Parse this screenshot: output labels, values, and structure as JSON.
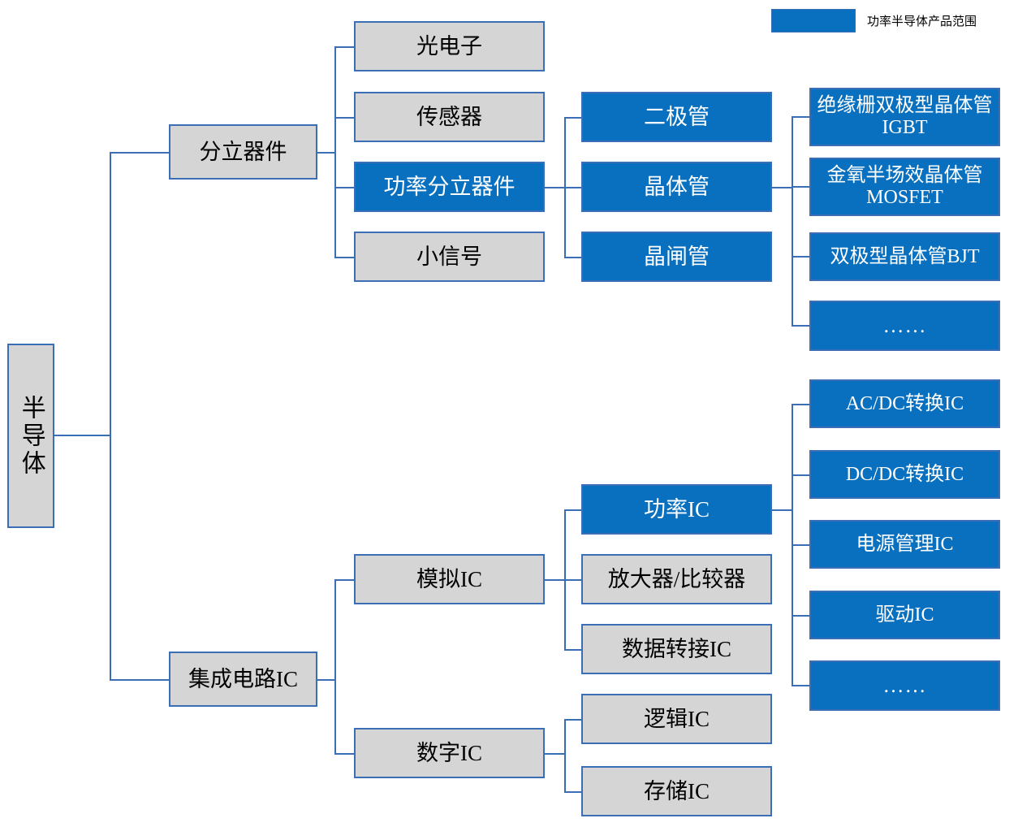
{
  "legend": {
    "swatch_color": "#0870bf",
    "label": "功率半导体产品范围"
  },
  "colors": {
    "highlight_fill": "#0870bf",
    "normal_fill": "#d5d5d5",
    "border": "#3b6eb4",
    "highlight_text": "#ffffff",
    "normal_text": "#000000",
    "background": "#ffffff"
  },
  "diagram": {
    "type": "tree",
    "root": {
      "label": "半导体",
      "highlighted": false
    },
    "level2": [
      {
        "label": "分立器件",
        "highlighted": false
      },
      {
        "label": "集成电路IC",
        "highlighted": false
      }
    ],
    "discrete_children": [
      {
        "label": "光电子",
        "highlighted": false
      },
      {
        "label": "传感器",
        "highlighted": false
      },
      {
        "label": "功率分立器件",
        "highlighted": true
      },
      {
        "label": "小信号",
        "highlighted": false
      }
    ],
    "power_discrete_children": [
      {
        "label": "二极管",
        "highlighted": true
      },
      {
        "label": "晶体管",
        "highlighted": true
      },
      {
        "label": "晶闸管",
        "highlighted": true
      }
    ],
    "transistor_children": [
      {
        "label": "绝缘栅双极型晶体管IGBT",
        "highlighted": true
      },
      {
        "label": "金氧半场效晶体管MOSFET",
        "highlighted": true
      },
      {
        "label": "双极型晶体管BJT",
        "highlighted": true
      },
      {
        "label": "……",
        "highlighted": true
      }
    ],
    "ic_children": [
      {
        "label": "模拟IC",
        "highlighted": false
      },
      {
        "label": "数字IC",
        "highlighted": false
      }
    ],
    "analog_ic_children": [
      {
        "label": "功率IC",
        "highlighted": true
      },
      {
        "label": "放大器/比较器",
        "highlighted": false
      },
      {
        "label": "数据转接IC",
        "highlighted": false
      }
    ],
    "digital_ic_children": [
      {
        "label": "逻辑IC",
        "highlighted": false
      },
      {
        "label": "存储IC",
        "highlighted": false
      }
    ],
    "power_ic_children": [
      {
        "label": "AC/DC转换IC",
        "highlighted": true
      },
      {
        "label": "DC/DC转换IC",
        "highlighted": true
      },
      {
        "label": "电源管理IC",
        "highlighted": true
      },
      {
        "label": "驱动IC",
        "highlighted": true
      },
      {
        "label": "……",
        "highlighted": true
      }
    ]
  }
}
